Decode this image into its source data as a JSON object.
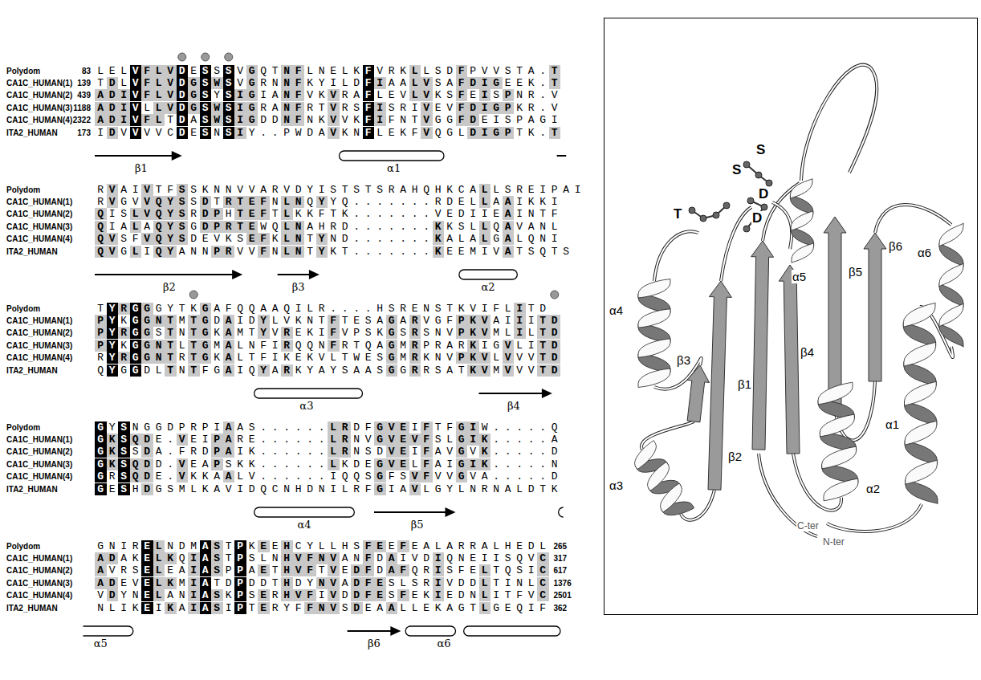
{
  "diagram": {
    "labels": [
      "Polydom",
      "83",
      "LELVFLVDESSSVGQTNFLNELKFVRKLLSDFPVVSTA.T",
      "CA1C_HUMAN(1)",
      "139",
      "TDLVFLVDGSWSVGRNNFKYILDFIAALVSAFDIGEEK.T",
      "CA1C_HUMAN(2)",
      "439",
      "ADIVFLVDGSYSIGIANFVKVRAFLEVLVKSFEISPNR.V",
      "CA1C_HUMAN(3)",
      "1188",
      "ADIVLLVDGSWSIGRANFRTVRSFISRIVEVFDIGPKR.V",
      "CA1C_HUMAN(4)",
      "2322",
      "ADIVFLTDASWSIGDDNFNKVVKFIFNTVGGFDEISPAGI",
      "ITA2_HUMAN",
      "173",
      "IDVVVVCDESNSIY..PWDAVKNFLEKFVQGLDIGPTK.T",
      "β1",
      "α1",
      "Polydom",
      "RVAIVTFSSKNNVVARVDYISTSTSRAHQHKCALLSREIPAI",
      "CA1C_HUMAN(1)",
      "RVGVVQYSSDTRTEFNLNQYYQ.......RDELLAAIKKI",
      "CA1C_HUMAN(2)",
      "QISLVQYSRDPHTEFTLKKFTK.......VEDIIEAINTF",
      "CA1C_HUMAN(3)",
      "QIALAQYSGDPRTEWQLNAHRD.......KKSLLQAVANL",
      "CA1C_HUMAN(4)",
      "QVSFVQYSDEVKSEFKLNTYND.......KALALGALQNI",
      "ITA2_HUMAN",
      "QVGLIQYANNPRVVFNLNTYKT.......KEEMIVATSQTS",
      "β2",
      "β3",
      "α2",
      "Polydom",
      "TYRGGGYTKGAFQQAAQILR....HSRENSTKVIFLITD",
      "CA1C_HUMAN(1)",
      "PYKGGNTMTGDAIDYLVKNTFTESAGARVGFPKVAIIITD",
      "CA1C_HUMAN(2)",
      "PYRGGSTNTGKAMTYVREKIFVPSKGSRSNVPKVMLILTD",
      "CA1C_HUMAN(3)",
      "PYKGGNTLTGMALNFIRQQNFRTQAGMRPRARKIGVLITD",
      "CA1C_HUMAN(4)",
      "RYRGGNTRTGKALTFIKEKVLTWESGMRKNVPKVLVVVTD",
      "ITA2_HUMAN",
      "QYGGDLTNTFGAIQYARKYAYSAASGGRRSATKVMVVVTD",
      "α3",
      "β4",
      "Polydom",
      "GYSNGGDPRPIAAS......LRDFGVEIFTFGIW.....Q",
      "CA1C_HUMAN(1)",
      "GKSQDE.VEIPARE......LRNVGVEVFSLGIK.....A",
      "CA1C_HUMAN(2)",
      "GKSSDA.FRDPAIK......LRNSDVEIFAVGVK.....D",
      "CA1C_HUMAN(3)",
      "GKSQDD.VEAPSKK......LKDEGVELFAIGIK.....N",
      "CA1C_HUMAN(4)",
      "GRSQDE.VKKAALV......IQQSGFSVFVVGVA.....D",
      "ITA2_HUMAN",
      "GESHDGSMLKAVIDQCNHDNILRFGIAVLGYLNRNALDTK",
      "α4",
      "β5",
      "Polydom",
      "GNIRELNDMASTPKEEHCYLLHSFEEFEALARRALHEDL",
      "265",
      "CA1C_HUMAN(1)",
      "ADAKELKQIASTPSLNHVFNVANFDAIVDIQNEIISQVC",
      "317",
      "CA1C_HUMAN(2)",
      "AVRSELEAIASPPAETHVFTVEDFDAFQRISFELTQSIC",
      "617",
      "CA1C_HUMAN(3)",
      "ADEVELKMIATDPDDTHDYNVADFESLSRIVDDLTINLC",
      "1376",
      "CA1C_HUMAN(4)",
      "VDYNELANIASKPSERHVFIVDDFESFEKIEDNLITFVC",
      "2501",
      "ITA2_HUMAN",
      "NLIKEIKAIASIPTERYFFNVSDEAALLEKAGTLGEQIF",
      "362",
      "α5",
      "β6",
      "α6",
      "S",
      "S",
      "D",
      "D",
      "T",
      "α5",
      "β5",
      "β6",
      "α6",
      "α4",
      "β2",
      "β1",
      "β4",
      "β3",
      "α3",
      "α2",
      "α1",
      "C-ter",
      "N-ter"
    ]
  }
}
